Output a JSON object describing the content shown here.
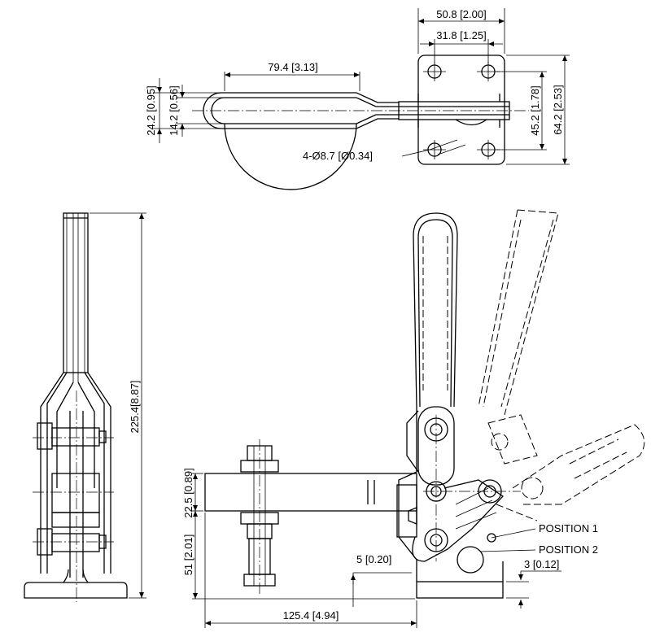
{
  "top_view": {
    "width_overall": "50.8 [2.00]",
    "hole_spacing_x": "31.8 [1.25]",
    "handle_length": "79.4 [3.13]",
    "handle_width": "24.2 [0.95]",
    "handle_inner_width": "14.2 [0.56]",
    "hole_spacing_y": "45.2 [1.78]",
    "base_height": "64.2 [2.53]",
    "holes": "4-Ø8.7 [Ø0.34]"
  },
  "side_view": {
    "overall_height": "225.4[8.87]"
  },
  "front_view": {
    "arm_height": "22.5 [0.89]",
    "arm_clearance": "51 [2.01]",
    "offset_5": "5 [0.20]",
    "offset_3": "3 [0.12]",
    "reach": "125.4 [4.94]",
    "position_1": "POSITION  1",
    "position_2": "POSITION  2"
  }
}
